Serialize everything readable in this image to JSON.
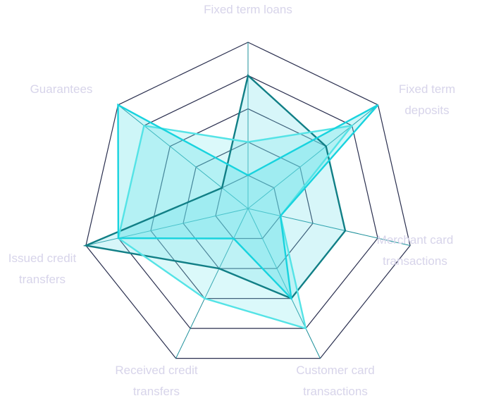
{
  "chart_data": {
    "type": "radar",
    "axes": [
      "Fixed term loans",
      "Fixed term deposits",
      "Merchant card transactions",
      "Customer card transactions",
      "Received credit transfers",
      "Issued credit transfers",
      "Guarantees"
    ],
    "axis_label_lines": [
      [
        "Fixed term loans"
      ],
      [
        "Fixed term",
        "deposits"
      ],
      [
        "Merchant card",
        "transactions"
      ],
      [
        "Customer card",
        "transactions"
      ],
      [
        "Received credit",
        "transfers"
      ],
      [
        "Issued credit",
        "transfers"
      ],
      [
        "Guarantees"
      ]
    ],
    "r_range": [
      0,
      100
    ],
    "grid_levels": [
      20,
      40,
      60,
      80,
      100
    ],
    "grid_shape": "polygon",
    "legend": "none",
    "series": [
      {
        "values": [
          80,
          60,
          60,
          60,
          40,
          100,
          20
        ],
        "color": "#117f86",
        "fill": "#6fe0e8",
        "fill_opacity": 0.28
      },
      {
        "values": [
          40,
          80,
          20,
          80,
          60,
          80,
          80
        ],
        "color": "#54e3e6",
        "fill": "#7ee8ee",
        "fill_opacity": 0.28
      },
      {
        "values": [
          20,
          100,
          20,
          60,
          20,
          80,
          100
        ],
        "color": "#18d3de",
        "fill": "#4fdde6",
        "fill_opacity": 0.28
      }
    ],
    "colors": {
      "grid": "#2a2f4f",
      "spokes": "#1c8f9a",
      "labels": "#d7d4ea"
    }
  }
}
